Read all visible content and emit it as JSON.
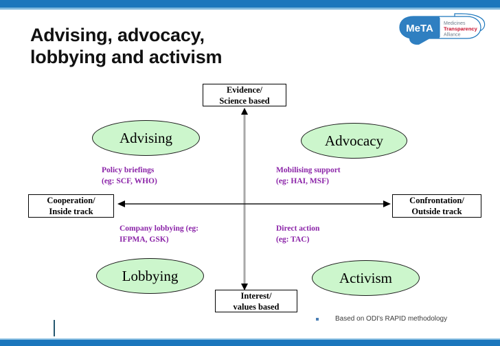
{
  "slide": {
    "title_lines": [
      "Advising, advocacy,",
      "lobbying and activism"
    ],
    "accent_color": "#1b76bc",
    "ellipse_fill": "#ccf6cc",
    "label_color": "#8b24a8"
  },
  "logo": {
    "mark_text": "MeTA",
    "line1": "Medicines",
    "line2": "Transparency",
    "line3": "Alliance"
  },
  "axes": {
    "vertical_top_label_lines": [
      "Evidence/",
      "Science based"
    ],
    "vertical_bottom_label_lines": [
      "Interest/",
      "values based"
    ],
    "horizontal_left_label_lines": [
      "Cooperation/",
      "Inside track"
    ],
    "horizontal_right_label_lines": [
      "Confrontation/",
      "Outside track"
    ]
  },
  "quadrants": [
    {
      "id": "advising",
      "ellipse_label": "Advising",
      "note_lines": [
        "Policy briefings",
        "(eg: SCF, WHO)"
      ]
    },
    {
      "id": "advocacy",
      "ellipse_label": "Advocacy",
      "note_lines": [
        "Mobilising support",
        "(eg: HAI, MSF)"
      ]
    },
    {
      "id": "lobbying",
      "ellipse_label": "Lobbying",
      "note_lines": [
        "Company lobbying (eg:",
        "IFPMA, GSK)"
      ]
    },
    {
      "id": "activism",
      "ellipse_label": "Activism",
      "note_lines": [
        "Direct action",
        "(eg: TAC)"
      ]
    }
  ],
  "footnote": {
    "text": "Based on ODI's RAPID methodology"
  }
}
